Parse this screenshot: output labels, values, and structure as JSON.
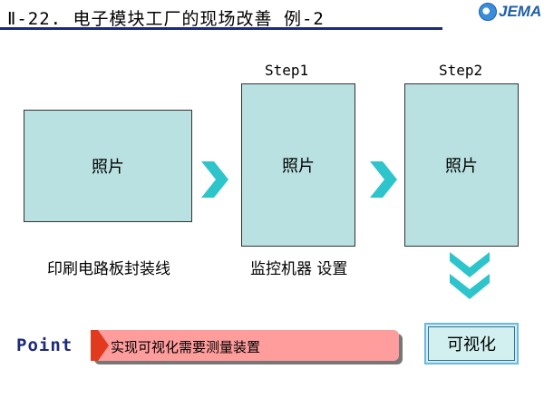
{
  "header": {
    "title": "Ⅱ-22. 电子模块工厂的现场改善  例-2",
    "logo_text": "JEMA"
  },
  "steps": [
    {
      "label": "",
      "photo": "照片",
      "caption": "印刷电路板封装线"
    },
    {
      "label": "Step1",
      "photo": "照片",
      "caption": "监控机器 设置"
    },
    {
      "label": "Step2",
      "photo": "照片",
      "caption": ""
    }
  ],
  "point": {
    "label": "Point",
    "text": "实现可视化需要测量装置"
  },
  "result_button": "可视化",
  "colors": {
    "photo_box": "#b9e1e1",
    "arrow": "#2ec4cc",
    "point_bar": "#ff9c9c",
    "title_rule": "#1c2a7a"
  },
  "icons": {
    "right_arrow": "chevron-right-icon",
    "down_arrow": "double-chevron-down-icon",
    "logo": "jema-logo"
  }
}
